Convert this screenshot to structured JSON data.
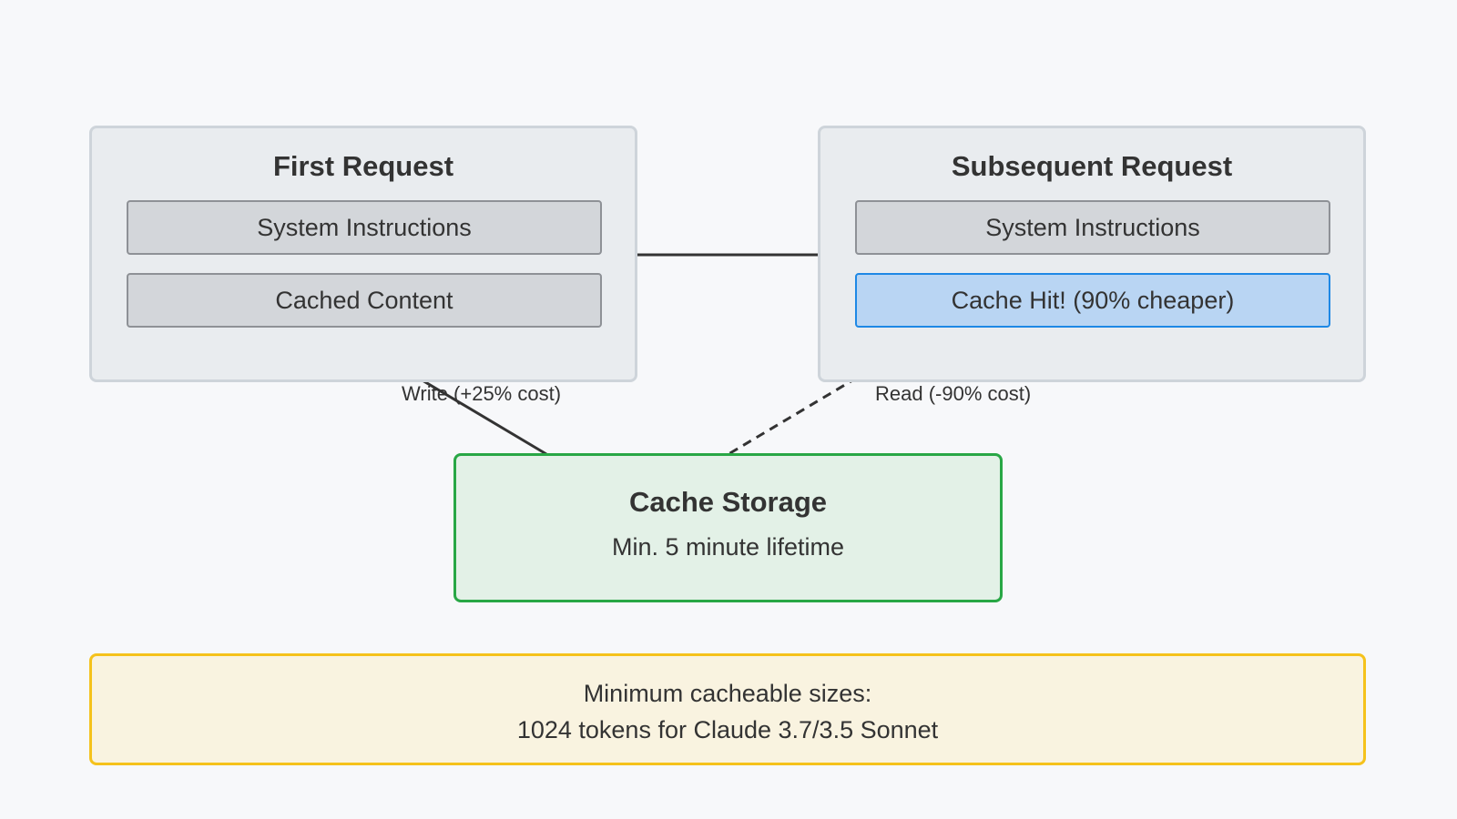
{
  "first_request": {
    "title": "First Request",
    "system_instructions": "System Instructions",
    "cached_content": "Cached Content"
  },
  "subsequent_request": {
    "title": "Subsequent Request",
    "system_instructions": "System Instructions",
    "cache_hit": "Cache Hit! (90% cheaper)"
  },
  "connectors": {
    "write_label": "Write (+25% cost)",
    "read_label": "Read (-90% cost)"
  },
  "cache_storage": {
    "title": "Cache Storage",
    "subtitle": "Min. 5 minute lifetime"
  },
  "notice": {
    "line1": "Minimum cacheable sizes:",
    "line2": "1024 tokens for Claude 3.7/3.5 Sonnet"
  },
  "colors": {
    "background": "#f7f8fa",
    "panel_fill": "#e9ecef",
    "panel_border": "#ced4da",
    "slot_fill": "#d3d6da",
    "cache_hit_fill": "#b9d5f3",
    "cache_hit_border": "#1e88e5",
    "storage_fill": "#e3f1e7",
    "storage_border": "#28a745",
    "notice_fill": "#f9f3e0",
    "notice_border": "#f5c21b",
    "connector": "#333333"
  }
}
